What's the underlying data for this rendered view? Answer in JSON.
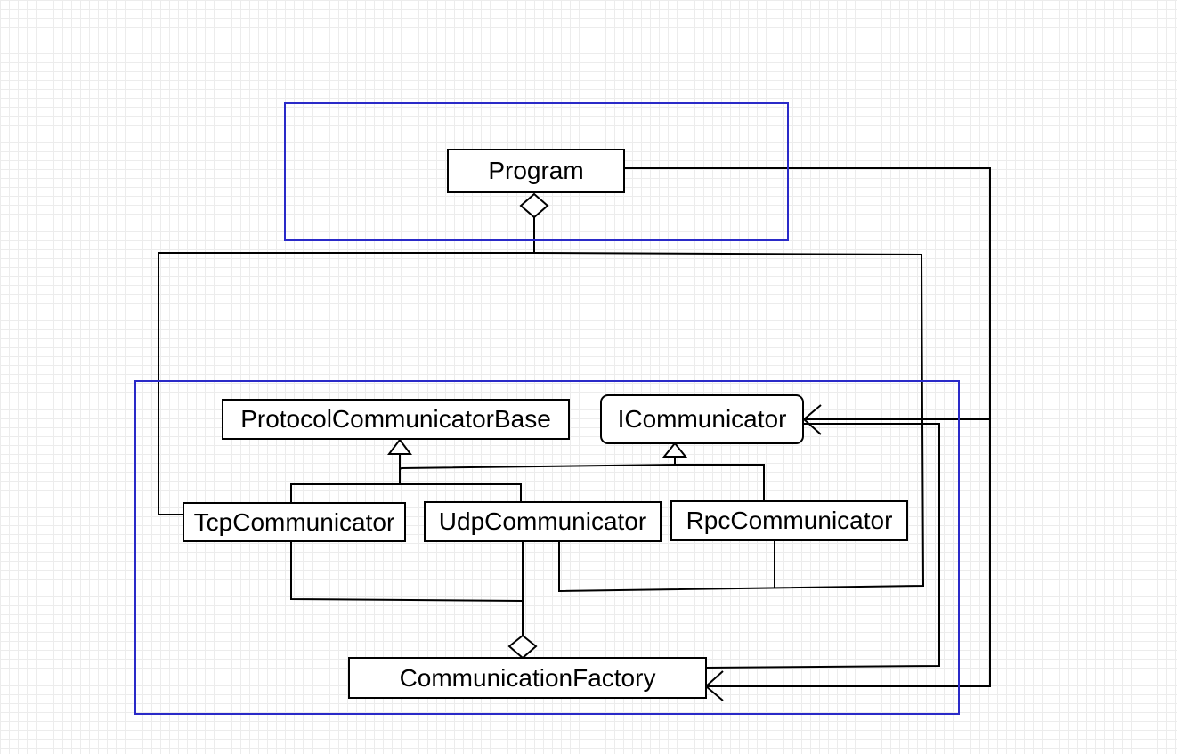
{
  "diagram": {
    "colors": {
      "group_border": "#2a2ac8",
      "line": "#000000",
      "grid": "#ececec"
    },
    "groups": [
      {
        "id": "program-package"
      },
      {
        "id": "communication-package"
      }
    ],
    "nodes": {
      "program": "Program",
      "protocol_base": "ProtocolCommunicatorBase",
      "icommunicator": "ICommunicator",
      "tcp": "TcpCommunicator",
      "udp": "UdpCommunicator",
      "rpc": "RpcCommunicator",
      "factory": "CommunicationFactory"
    },
    "relations": [
      {
        "from": "TcpCommunicator",
        "to": "Program",
        "type": "aggregation"
      },
      {
        "from": "UdpCommunicator",
        "to": "Program",
        "type": "aggregation"
      },
      {
        "from": "RpcCommunicator",
        "to": "Program",
        "type": "aggregation"
      },
      {
        "from": "TcpCommunicator",
        "to": "ProtocolCommunicatorBase",
        "type": "inheritance"
      },
      {
        "from": "UdpCommunicator",
        "to": "ProtocolCommunicatorBase",
        "type": "inheritance"
      },
      {
        "from": "RpcCommunicator",
        "to": "ICommunicator",
        "type": "realization"
      },
      {
        "from": "TcpCommunicator",
        "to": "CommunicationFactory",
        "type": "aggregation"
      },
      {
        "from": "UdpCommunicator",
        "to": "CommunicationFactory",
        "type": "aggregation"
      },
      {
        "from": "Program",
        "to": "ICommunicator",
        "type": "association"
      },
      {
        "from": "Program",
        "to": "CommunicationFactory",
        "type": "association"
      },
      {
        "from": "CommunicationFactory",
        "to": "ICommunicator",
        "type": "association"
      }
    ]
  }
}
